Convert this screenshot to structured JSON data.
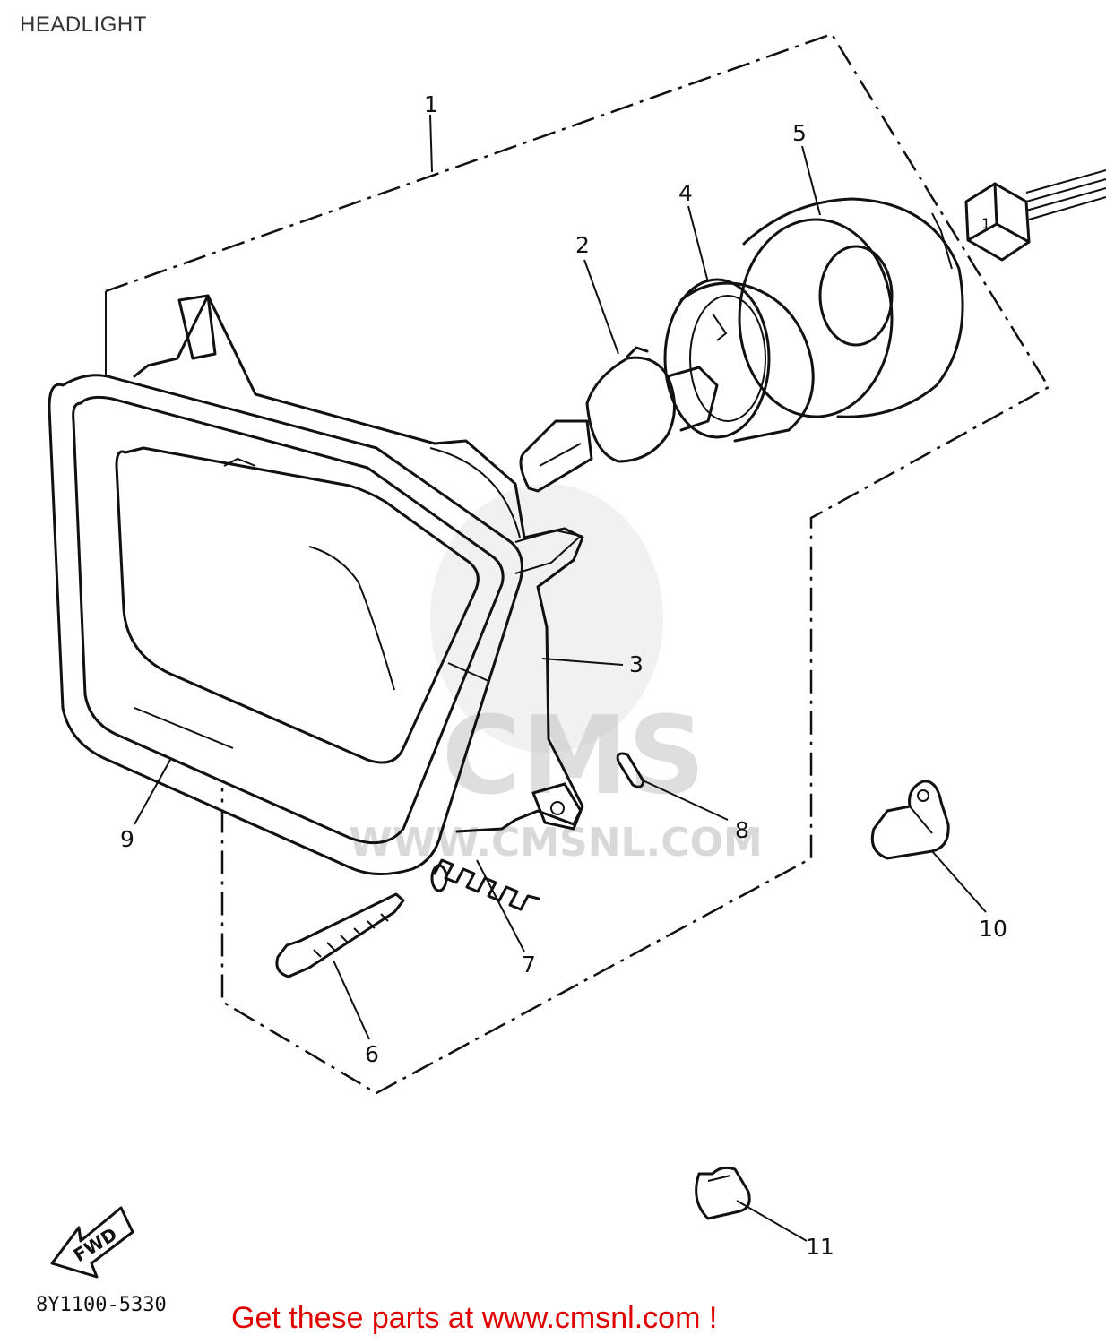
{
  "title": "HEADLIGHT",
  "diagram_code": "8Y1100-5330",
  "ad_text": "Get these parts at www.cmsnl.com !",
  "watermark": {
    "brand": "CMS",
    "url": "WWW.CMSNL.COM"
  },
  "fwd_label": "FWD",
  "callouts": [
    "1",
    "2",
    "3",
    "4",
    "5",
    "6",
    "7",
    "8",
    "9",
    "10",
    "11"
  ],
  "connector_label": "1",
  "colors": {
    "line": "#111111",
    "ad": "#e00000",
    "watermark": "#d0d0d0"
  }
}
